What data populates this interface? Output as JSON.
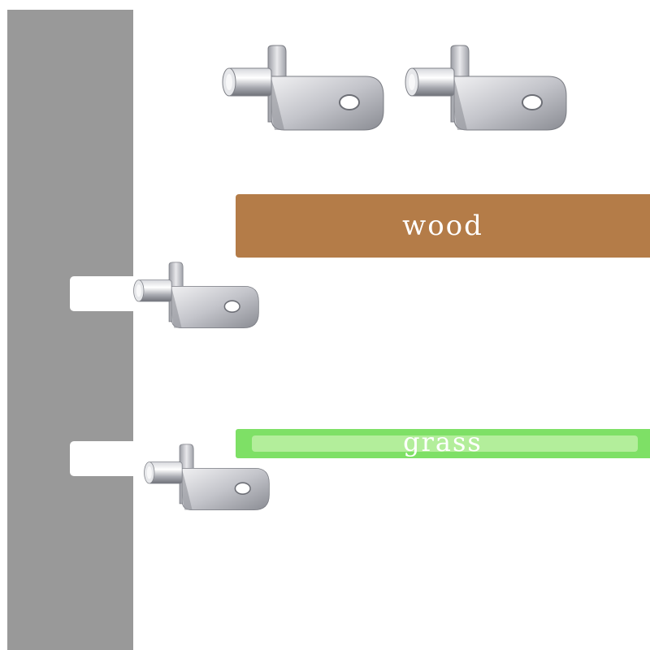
{
  "shelves": {
    "wood_label": "wood",
    "grass_label": "grass"
  },
  "colors": {
    "side_panel": "#999999",
    "wood": "#b47c48",
    "grass": "#7ee066",
    "grass_highlight": "#b3ee9b",
    "metal_light": "#e8e8ea",
    "metal_mid": "#b9bac0",
    "metal_dark": "#7d7f86"
  },
  "objects": [
    {
      "icon": "shelf-pin-bracket-icon",
      "count": 4
    }
  ]
}
